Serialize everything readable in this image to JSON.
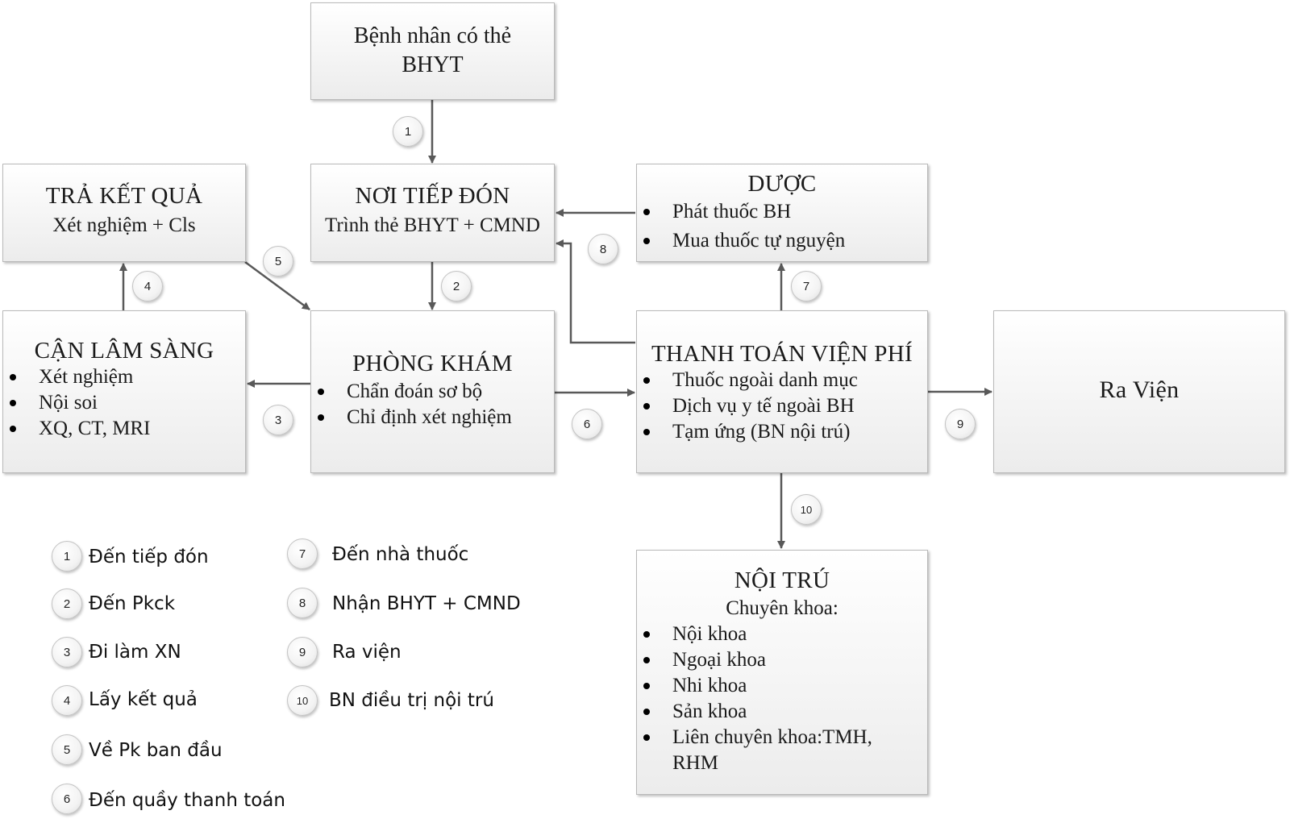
{
  "nodes": {
    "patient": {
      "line1": "Bệnh nhân có thẻ",
      "line2": "BHYT"
    },
    "reception": {
      "title": "NƠI TIẾP ĐÓN",
      "sub": "Trình thẻ BHYT + CMND"
    },
    "results": {
      "title": "TRẢ KẾT QUẢ",
      "sub": "Xét nghiệm + Cls"
    },
    "pharmacy": {
      "title": "DƯỢC",
      "items": [
        "Phát thuốc BH",
        "Mua thuốc tự nguyện"
      ]
    },
    "paraclinical": {
      "title": "CẬN LÂM SÀNG",
      "items": [
        "Xét nghiệm",
        "Nội soi",
        "XQ, CT,  MRI"
      ]
    },
    "clinic": {
      "title": "PHÒNG KHÁM",
      "items": [
        "Chẩn đoán sơ bộ",
        "Chỉ định xét nghiệm"
      ]
    },
    "payment": {
      "title": "THANH TOÁN VIỆN PHÍ",
      "items": [
        "Thuốc ngoài danh mục",
        "Dịch vụ y tế ngoài BH",
        "Tạm ứng (BN nội trú)"
      ]
    },
    "discharge": {
      "title": "Ra Viện"
    },
    "inpatient": {
      "title": "NỘI TRÚ",
      "sub": "Chuyên khoa:",
      "items": [
        "Nội khoa",
        "Ngoại khoa",
        "Nhi khoa",
        "Sản khoa",
        "Liên chuyên khoa:TMH, RHM"
      ]
    }
  },
  "step_badges": [
    "1",
    "2",
    "3",
    "4",
    "5",
    "6",
    "7",
    "8",
    "9",
    "10"
  ],
  "legend": [
    {
      "num": "1",
      "text": "Đến  tiếp đón"
    },
    {
      "num": "2",
      "text": "Đến Pkck"
    },
    {
      "num": "3",
      "text": "Đi làm XN"
    },
    {
      "num": "4",
      "text": "Lấy kết quả"
    },
    {
      "num": "5",
      "text": "Về Pk ban đầu"
    },
    {
      "num": "6",
      "text": "Đến quầy thanh toán"
    },
    {
      "num": "7",
      "text": "Đến nhà thuốc"
    },
    {
      "num": "8",
      "text": "Nhận BHYT + CMND"
    },
    {
      "num": "9",
      "text": "Ra viện"
    },
    {
      "num": "10",
      "text": "BN điều trị nội trú"
    }
  ],
  "colors": {
    "arrow": "#595959",
    "box_border": "#b9b9b9",
    "box_fill_top": "#ffffff",
    "box_fill_bottom": "#ececec"
  }
}
